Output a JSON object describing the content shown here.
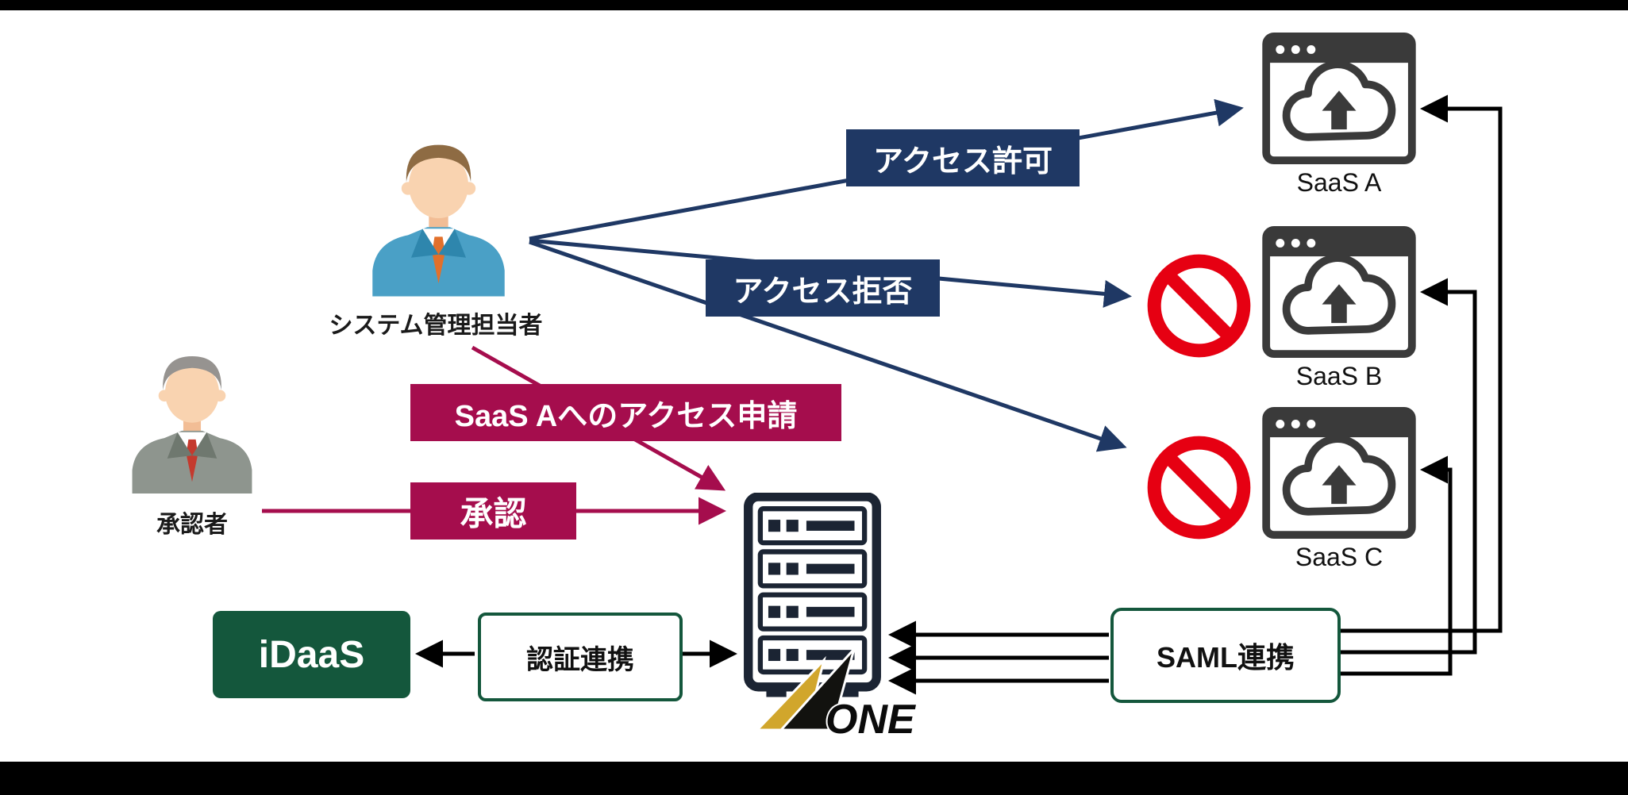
{
  "diagram": {
    "actors": {
      "admin": {
        "label": "システム管理担当者"
      },
      "approver": {
        "label": "承認者"
      }
    },
    "labels": {
      "access_grant": "アクセス許可",
      "access_deny": "アクセス拒否",
      "access_request": "SaaS Aへのアクセス申請",
      "approval": "承認",
      "idaas": "iDaaS",
      "auth_federation": "認証連携",
      "saml_federation": "SAML連携"
    },
    "saas": [
      {
        "label": "SaaS A",
        "blocked": false
      },
      {
        "label": "SaaS B",
        "blocked": true
      },
      {
        "label": "SaaS C",
        "blocked": true
      }
    ],
    "logo": {
      "text": "ONE"
    },
    "icons": {
      "admin": "businessman-icon",
      "approver": "approver-icon",
      "saas_window": "browser-cloud-upload-icon",
      "blocked": "prohibition-icon",
      "server": "server-rack-icon"
    },
    "colors": {
      "navy": "#1f3864",
      "crimson": "#a50d4d",
      "green": "#14573c",
      "red": "#e60012",
      "gold": "#d1a62c",
      "black": "#000000"
    }
  }
}
